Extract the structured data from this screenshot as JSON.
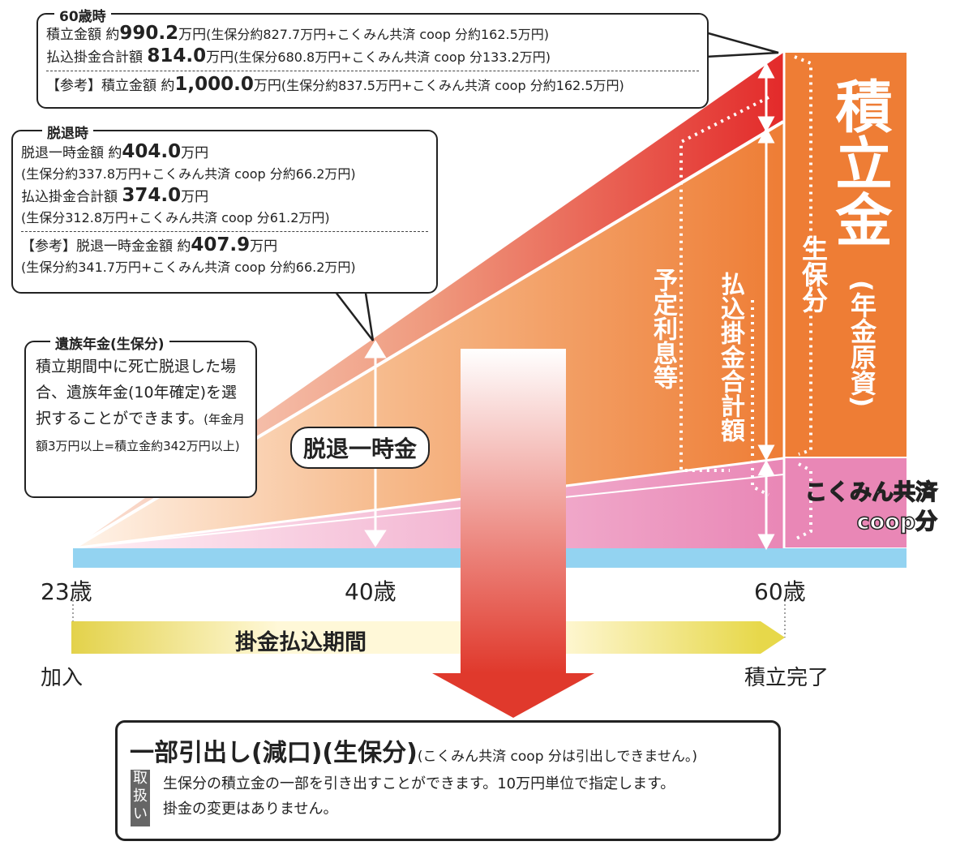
{
  "age60_box": {
    "title": "60歳時",
    "line1_label": "積立金額 約",
    "line1_value": "990.2",
    "line1_unit": "万円",
    "line1_detail": "(生保分約827.7万円+こくみん共済 coop 分約162.5万円)",
    "line2_label": "払込掛金合計額 ",
    "line2_value": "814.0",
    "line2_unit": "万円",
    "line2_detail": "(生保分680.8万円+こくみん共済 coop 分133.2万円)",
    "line3_label": "【参考】積立金額 約",
    "line3_value": "1,000.0",
    "line3_unit": "万円",
    "line3_detail": "(生保分約837.5万円+こくみん共済 coop 分約162.5万円)"
  },
  "withdrawal_box": {
    "title": "脱退時",
    "line1_label": "脱退一時金額 約",
    "line1_value": "404.0",
    "line1_unit": "万円",
    "line1_detail": "(生保分約337.8万円+こくみん共済 coop 分約66.2万円)",
    "line2_label": "払込掛金合計額 ",
    "line2_value": "374.0",
    "line2_unit": "万円",
    "line2_detail": "(生保分312.8万円+こくみん共済 coop 分61.2万円)",
    "line3_label": "【参考】脱退一時金金額 約",
    "line3_value": "407.9",
    "line3_unit": "万円",
    "line3_detail": "(生保分約341.7万円+こくみん共済 coop 分約66.2万円)"
  },
  "survivor_box": {
    "title": "遺族年金(生保分)",
    "body": "積立期間中に死亡脱退した場合、遺族年金(10年確定)を選択することができます。",
    "note": "(年金月額3万円以上=積立金約342万円以上)"
  },
  "labels": {
    "lump_sum": "脱退一時金",
    "interest": "予定利息等",
    "premium_total": "払込掛金合計額",
    "life_share": "生保分",
    "reserve": "積立金",
    "reserve_sub": "(年金原資)",
    "coop_share_1": "こくみん共済",
    "coop_share_2": "coop分"
  },
  "axis": {
    "age_start": "23歳",
    "age_mid": "40歳",
    "age_end": "60歳",
    "period": "掛金払込期間",
    "join": "加入",
    "complete": "積立完了"
  },
  "partial_box": {
    "title": "一部引出し(減口)(生保分)",
    "note": "(こくみん共済 coop 分は引出しできません。)",
    "tag": "取扱い",
    "line1": "生保分の積立金の一部を引き出すことができます。10万円単位で指定します。",
    "line2": "掛金の変更はありません。"
  },
  "colors": {
    "orange": "#ee7d35",
    "red": "#e32a2a",
    "pink": "#e987b6",
    "blue": "#93d3f1",
    "yellow": "#e7d84a"
  }
}
